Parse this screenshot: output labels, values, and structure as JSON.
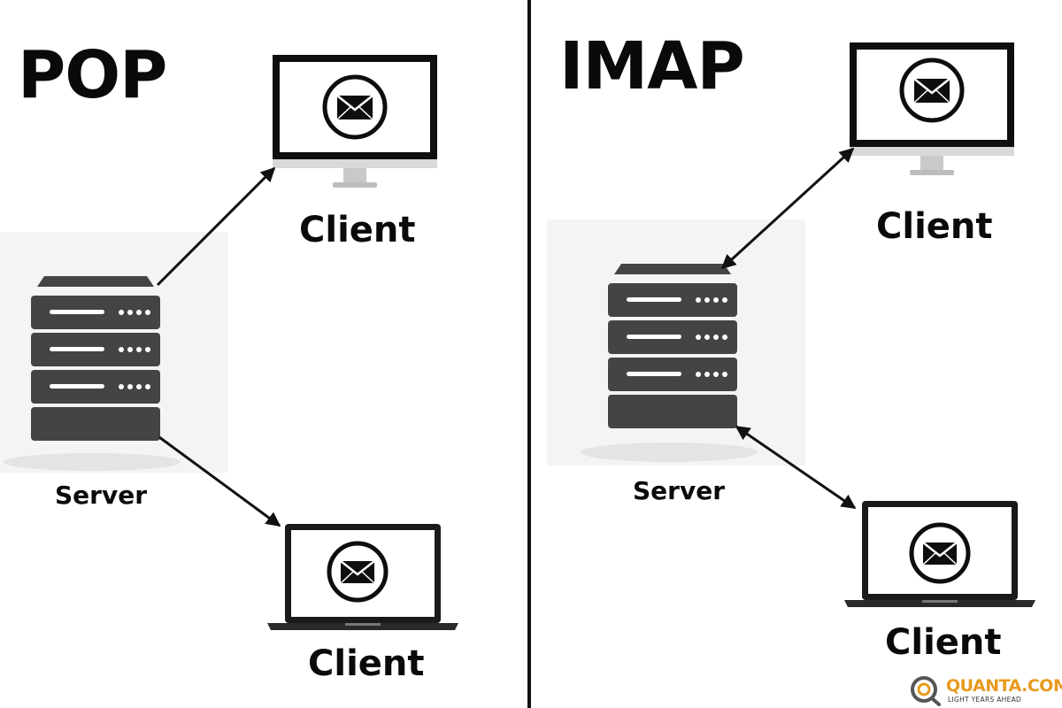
{
  "left_panel": {
    "title": "POP",
    "server_label": "Server",
    "top_client_label": "Client",
    "bottom_client_label": "Client"
  },
  "right_panel": {
    "title": "IMAP",
    "server_label": "Server",
    "top_client_label": "Client",
    "bottom_client_label": "Client"
  },
  "watermark": {
    "brand": "QUANTA.COM",
    "tagline": "LIGHT YEARS AHEAD"
  },
  "colors": {
    "ink": "#0a0a0a",
    "server_body": "#444444",
    "brand_orange": "#e89a1e"
  },
  "icons": [
    "desktop-monitor-icon",
    "laptop-icon",
    "server-rack-icon",
    "envelope-icon"
  ],
  "connections": {
    "pop": "one-way arrows from server to each client",
    "imap": "two-way arrows between server and each client"
  }
}
